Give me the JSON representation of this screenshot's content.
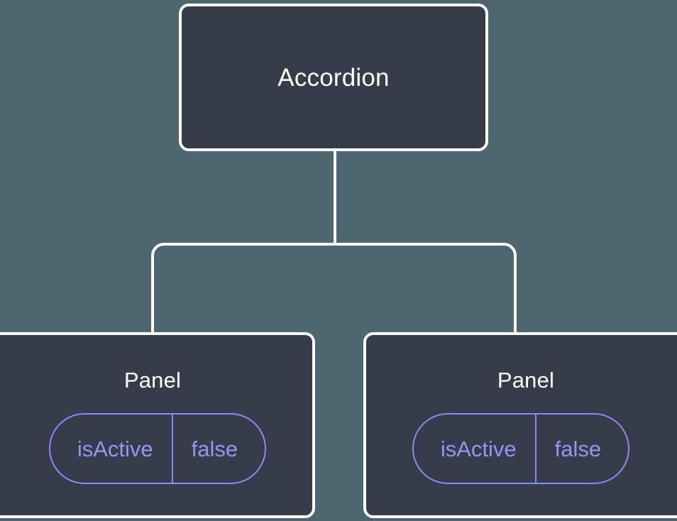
{
  "diagram": {
    "type": "component-tree",
    "background_color": "#4d6670",
    "node_fill_color": "#373c4a",
    "node_border_color": "#ffffff",
    "node_text_color": "#ffffff",
    "pill_accent_color": "#878df0",
    "pill_text_color": "#9298f2",
    "connector_color": "#ffffff"
  },
  "root": {
    "label": "Accordion"
  },
  "children": [
    {
      "label": "Panel",
      "prop": {
        "key": "isActive",
        "value": "false"
      }
    },
    {
      "label": "Panel",
      "prop": {
        "key": "isActive",
        "value": "false"
      }
    }
  ]
}
